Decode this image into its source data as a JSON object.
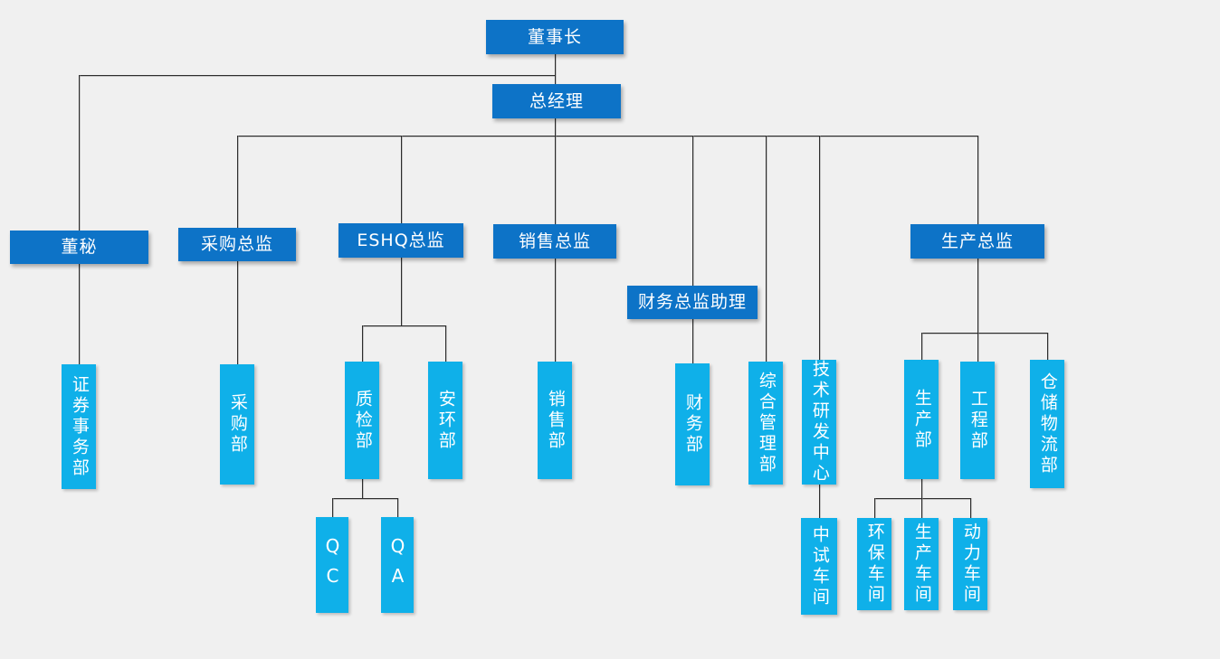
{
  "diagram": {
    "type": "org-chart",
    "background_color": "#f0f0f0",
    "level_box_color": "#0d73c7",
    "dept_box_color": "#0fb0e9",
    "line_color": "#2c2c2c",
    "text_color": "#ffffff"
  },
  "nodes": {
    "chairman": "董事长",
    "general_manager": "总经理",
    "board_secretary": "董秘",
    "procurement_director": "采购总监",
    "eshq_director": "ESHQ总监",
    "sales_director": "销售总监",
    "cfo_assistant": "财务总监助理",
    "production_director": "生产总监",
    "securities_affairs_dept": "证券事务部",
    "procurement_dept": "采购部",
    "quality_inspection_dept": "质检部",
    "safety_env_dept": "安环部",
    "sales_dept": "销售部",
    "finance_dept": "财务部",
    "general_mgmt_dept": "综合管理部",
    "tech_rd_center": "技术研发中心",
    "production_dept": "生产部",
    "engineering_dept": "工程部",
    "warehouse_logistics_dept": "仓储物流部",
    "qc": "QC",
    "qa": "QA",
    "pilot_workshop": "中试车间",
    "env_protection_workshop": "环保车间",
    "production_workshop": "生产车间",
    "power_workshop": "动力车间"
  },
  "edges": [
    [
      "chairman",
      "general_manager"
    ],
    [
      "chairman",
      "board_secretary"
    ],
    [
      "general_manager",
      "procurement_director"
    ],
    [
      "general_manager",
      "eshq_director"
    ],
    [
      "general_manager",
      "sales_director"
    ],
    [
      "general_manager",
      "cfo_assistant"
    ],
    [
      "general_manager",
      "general_mgmt_dept"
    ],
    [
      "general_manager",
      "tech_rd_center"
    ],
    [
      "general_manager",
      "production_director"
    ],
    [
      "board_secretary",
      "securities_affairs_dept"
    ],
    [
      "procurement_director",
      "procurement_dept"
    ],
    [
      "eshq_director",
      "quality_inspection_dept"
    ],
    [
      "eshq_director",
      "safety_env_dept"
    ],
    [
      "sales_director",
      "sales_dept"
    ],
    [
      "cfo_assistant",
      "finance_dept"
    ],
    [
      "production_director",
      "production_dept"
    ],
    [
      "production_director",
      "engineering_dept"
    ],
    [
      "production_director",
      "warehouse_logistics_dept"
    ],
    [
      "quality_inspection_dept",
      "qc"
    ],
    [
      "quality_inspection_dept",
      "qa"
    ],
    [
      "tech_rd_center",
      "pilot_workshop"
    ],
    [
      "production_dept",
      "env_protection_workshop"
    ],
    [
      "production_dept",
      "production_workshop"
    ],
    [
      "production_dept",
      "power_workshop"
    ]
  ]
}
